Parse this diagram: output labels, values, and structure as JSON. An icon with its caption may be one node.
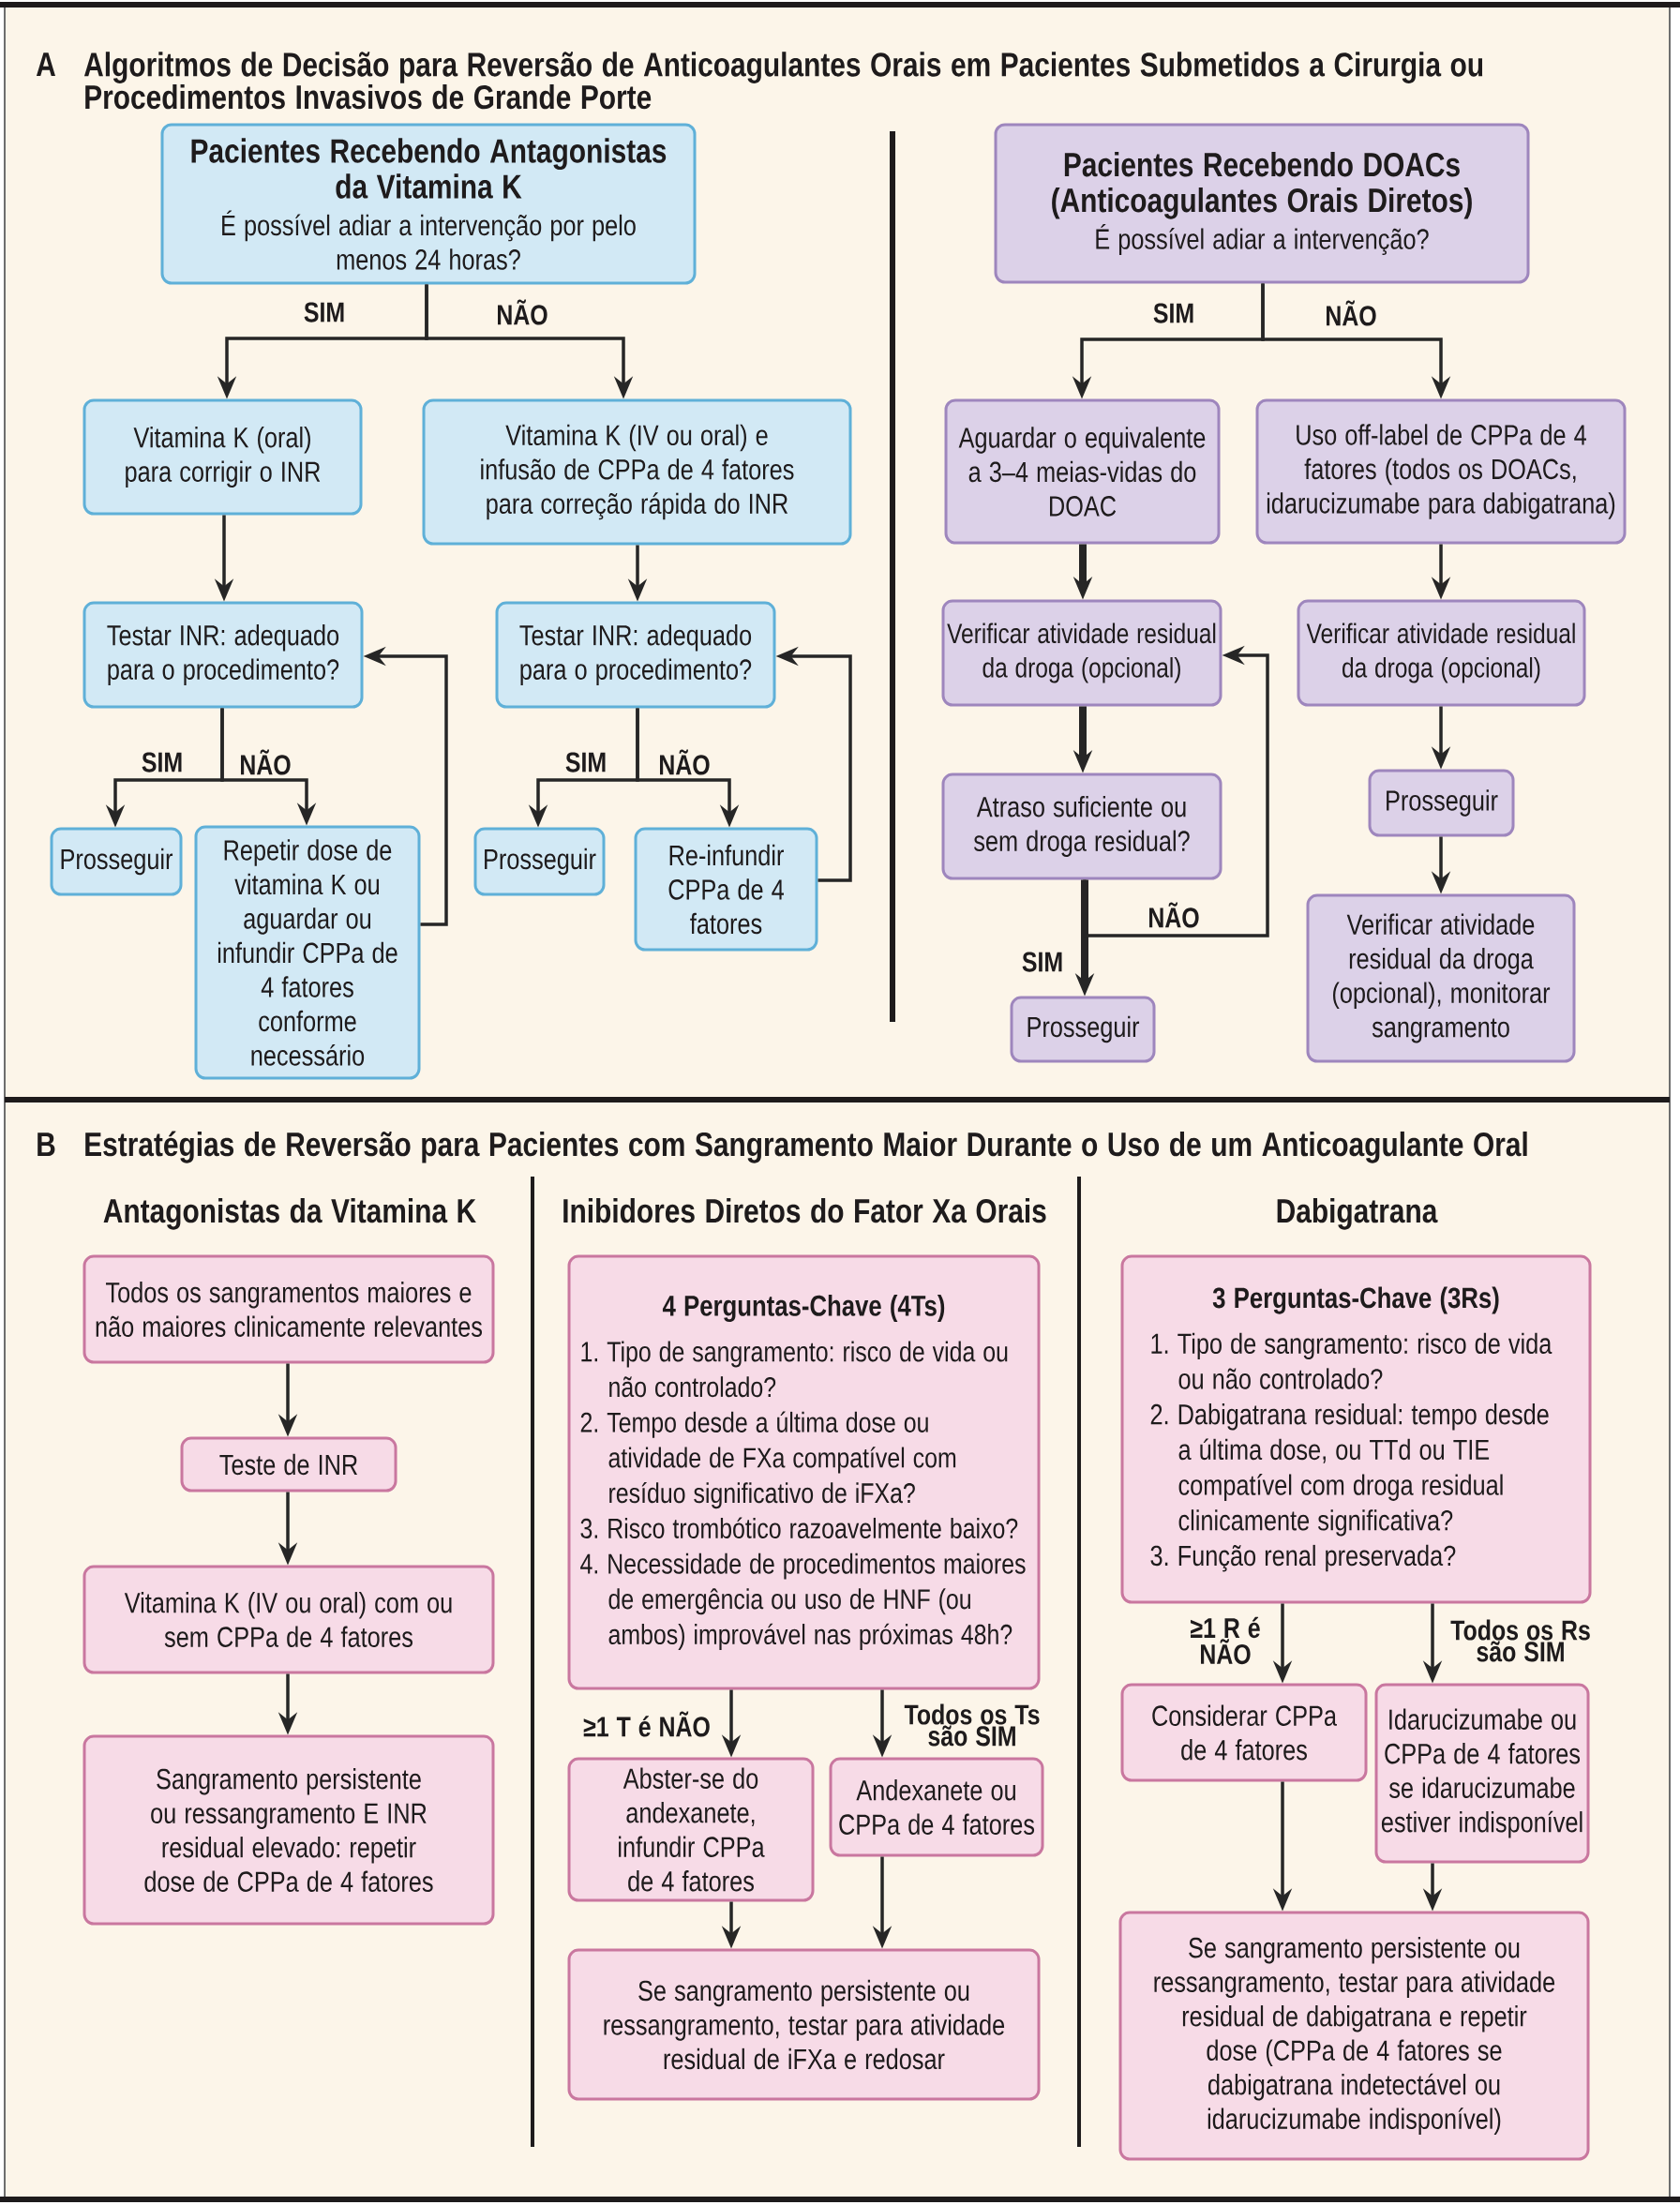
{
  "diagram": {
    "nodes": [
      {
        "text": [
          "Pacientes Recebendo Antagonistas da Vitamina K",
          "É possível adiar a intervenção por pelo menos 24 horas?"
        ]
      },
      {
        "text": [
          "Vitamina K (oral) para corrigir o INR"
        ]
      },
      {
        "text": [
          "Vitamina K (IV ou oral) e infusão de CPPa de 4 fatores para correção rápida do INR"
        ]
      },
      {
        "text": [
          "Testar INR: adequado para o procedimento?"
        ]
      },
      {
        "text": [
          "Testar INR: adequado para o procedimento?"
        ]
      },
      {
        "text": [
          "Prosseguir"
        ]
      },
      {
        "text": [
          "Repetir dose de vitamina K ou aguardar ou infundir CPPa de 4 fatores conforme necessário"
        ]
      },
      {
        "text": [
          "Prosseguir"
        ]
      },
      {
        "text": [
          "Re-infundir CPPa de 4 fatores"
        ]
      },
      {
        "text": [
          "Pacientes Recebendo DOACs (Anticoagulantes Orais Diretos)",
          "É possível adiar a intervenção?"
        ]
      },
      {
        "text": [
          "Aguardar o equivalente a 3–4 meias-vidas do DOAC"
        ]
      },
      {
        "text": [
          "Uso off-label de CPPa de 4 fatores (todos os DOACs, idarucizumabe para dabigatrana)"
        ]
      },
      {
        "text": [
          "Verificar atividade residual da droga (opcional)"
        ]
      },
      {
        "text": [
          "Verificar atividade residual da droga (opcional)"
        ]
      },
      {
        "text": [
          "Atraso suficiente ou sem droga residual?"
        ]
      },
      {
        "text": [
          "Prosseguir"
        ]
      },
      {
        "text": [
          "Prosseguir"
        ]
      },
      {
        "text": [
          "Verificar atividade residual da droga (opcional), monitorar sangramento"
        ]
      },
      {
        "text": [
          "Todos os sangramentos maiores e não maiores clinicamente relevantes"
        ]
      },
      {
        "text": [
          "Teste de INR"
        ]
      },
      {
        "text": [
          "Vitamina K (IV ou oral) com ou sem CPPa de 4 fatores"
        ]
      },
      {
        "text": [
          "Sangramento persistente ou ressangramento E INR residual elevado: repetir dose de CPPa de 4 fatores"
        ]
      },
      {
        "text": [
          "4 Perguntas-Chave (4Ts)",
          "1. Tipo de sangramento: risco de vida ou não controlado?",
          "2. Tempo desde a última dose ou atividade de FXa compatível com resíduo significativo de iFXa?",
          "3. Risco trombótico razoavelmente baixo?",
          "4. Necessidade de procedimentos maiores de emergência ou uso de HNF (ou ambos) improvável nas próximas 48h?"
        ]
      },
      {
        "text": [
          "Abster-se do andexanete, infundir CPPa de 4 fatores"
        ]
      },
      {
        "text": [
          "Andexanete ou CPPa de 4 fatores"
        ]
      },
      {
        "text": [
          "Se sangramento persistente ou ressangramento, testar para atividade residual de iFXa e redosar"
        ]
      },
      {
        "text": [
          "3 Perguntas-Chave (3Rs)",
          "1. Tipo de sangramento: risco de vida ou não controlado?",
          "2. Dabigatrana residual: tempo desde a última dose, ou TTd ou TIE compatível com droga residual clinicamente significativa?",
          "3. Função renal preservada?"
        ]
      },
      {
        "text": [
          "Considerar CPPa de 4 fatores"
        ]
      },
      {
        "text": [
          "Idarucizumabe ou CPPa de 4 fatores se idarucizumabe estiver indisponível"
        ]
      },
      {
        "text": [
          "Se sangramento persistente ou ressangramento, testar para atividade residual de dabigatrana e repetir dose (CPPa de 4 fatores se dabigatrana indetectável ou idarucizumabe indisponível)"
        ]
      }
    ],
    "edges": [
      {
        "from": 0,
        "to": 1,
        "arrow": "to",
        "label": "SIM"
      },
      {
        "from": 0,
        "to": 2,
        "arrow": "to",
        "label": "NÃO"
      },
      {
        "from": 1,
        "to": 3,
        "arrow": "to"
      },
      {
        "from": 2,
        "to": 4,
        "arrow": "to"
      },
      {
        "from": 3,
        "to": 5,
        "arrow": "to",
        "label": "SIM"
      },
      {
        "from": 3,
        "to": 6,
        "arrow": "to",
        "label": "NÃO"
      },
      {
        "from": 6,
        "to": 3,
        "arrow": "to"
      },
      {
        "from": 4,
        "to": 7,
        "arrow": "to",
        "label": "SIM"
      },
      {
        "from": 4,
        "to": 8,
        "arrow": "to",
        "label": "NÃO"
      },
      {
        "from": 8,
        "to": 4,
        "arrow": "to"
      },
      {
        "from": 9,
        "to": 10,
        "arrow": "to",
        "label": "SIM"
      },
      {
        "from": 9,
        "to": 11,
        "arrow": "to",
        "label": "NÃO"
      },
      {
        "from": 10,
        "to": 12,
        "arrow": "to",
        "style": "thick"
      },
      {
        "from": 12,
        "to": 14,
        "arrow": "to",
        "style": "thick"
      },
      {
        "from": 14,
        "to": 16,
        "arrow": "to",
        "label": "SIM",
        "style": "thick"
      },
      {
        "from": 14,
        "to": 12,
        "arrow": "to",
        "label": "NÃO"
      },
      {
        "from": 11,
        "to": 13,
        "arrow": "to"
      },
      {
        "from": 13,
        "to": 15,
        "arrow": "to"
      },
      {
        "from": 15,
        "to": 17,
        "arrow": "to"
      },
      {
        "from": 18,
        "to": 19,
        "arrow": "to"
      },
      {
        "from": 19,
        "to": 20,
        "arrow": "to"
      },
      {
        "from": 20,
        "to": 21,
        "arrow": "to"
      },
      {
        "from": 22,
        "to": 23,
        "arrow": "to",
        "label": "≥1 T é NÃO"
      },
      {
        "from": 22,
        "to": 24,
        "arrow": "to",
        "label": "Todos os Ts são SIM"
      },
      {
        "from": 23,
        "to": 25,
        "arrow": "to"
      },
      {
        "from": 24,
        "to": 25,
        "arrow": "to"
      },
      {
        "from": 26,
        "to": 27,
        "arrow": "to",
        "label": "≥1 R é NÃO"
      },
      {
        "from": 26,
        "to": 28,
        "arrow": "to",
        "label": "Todos os Rs são SIM"
      },
      {
        "from": 27,
        "to": 29,
        "arrow": "to"
      },
      {
        "from": 28,
        "to": 29,
        "arrow": "to"
      }
    ],
    "labels": [
      "A",
      "Algoritmos de Decisão para Reversão de Anticoagulantes Orais em Pacientes Submetidos a Cirurgia ou Procedimentos Invasivos de Grande Porte",
      "B",
      "Estratégias de Reversão para Pacientes com Sangramento Maior Durante o Uso de um Anticoagulante Oral",
      "Antagonistas da Vitamina K",
      "Inibidores Diretos do Fator Xa Orais",
      "Dabigatrana"
    ]
  }
}
